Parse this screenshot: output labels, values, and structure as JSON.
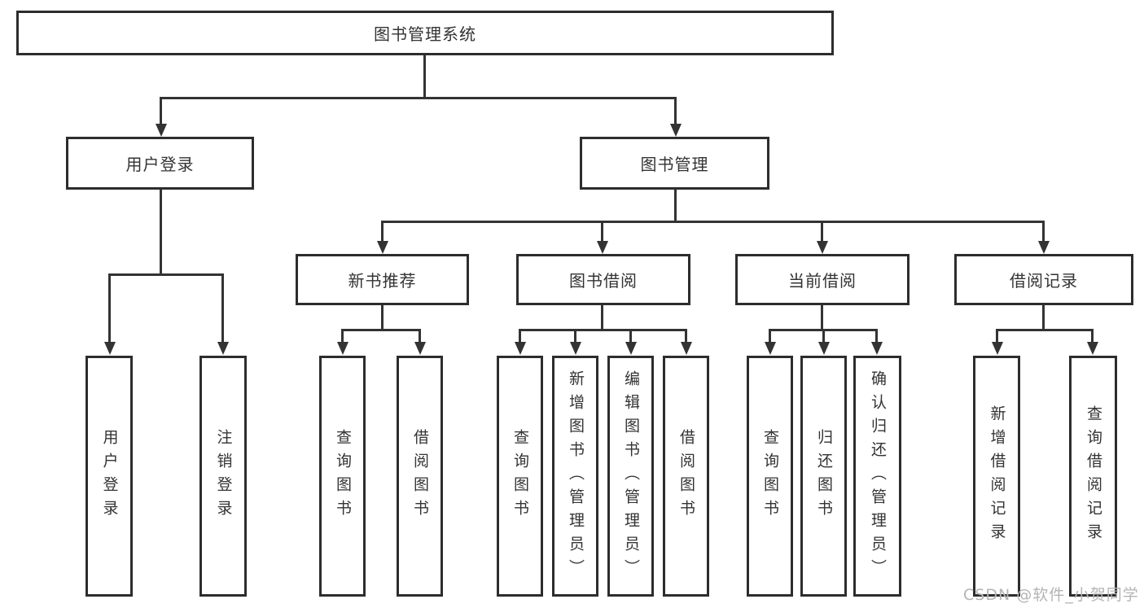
{
  "tree": {
    "root": {
      "label": "图书管理系统"
    },
    "branches": [
      {
        "label": "用户登录",
        "children": [
          {
            "label": "用户登录"
          },
          {
            "label": "注销登录"
          }
        ]
      },
      {
        "label": "图书管理",
        "children": [
          {
            "label": "新书推荐",
            "children": [
              {
                "label": "查询图书"
              },
              {
                "label": "借阅图书"
              }
            ]
          },
          {
            "label": "图书借阅",
            "children": [
              {
                "label": "查询图书"
              },
              {
                "label": "新增图书（管理员）"
              },
              {
                "label": "编辑图书（管理员）"
              },
              {
                "label": "借阅图书"
              }
            ]
          },
          {
            "label": "当前借阅",
            "children": [
              {
                "label": "查询图书"
              },
              {
                "label": "归还图书"
              },
              {
                "label": "确认归还（管理员）"
              }
            ]
          },
          {
            "label": "借阅记录",
            "children": [
              {
                "label": "新增借阅记录"
              },
              {
                "label": "查询借阅记录"
              }
            ]
          }
        ]
      }
    ]
  },
  "watermark": "CSDN @软件_小贺同学",
  "colors": {
    "line": "#333333",
    "border": "#2d2d2d",
    "text": "#333333",
    "watermark": "#b4b4b4",
    "background": "#ffffff"
  }
}
